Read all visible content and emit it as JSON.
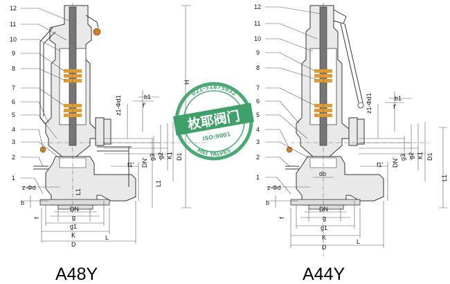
{
  "left_view": {
    "caption": "A48Y",
    "part_numbers": [
      "12",
      "11",
      "10",
      "9",
      "8",
      "7",
      "6",
      "5",
      "4",
      "3",
      "2",
      "1"
    ],
    "dims": {
      "H": "H",
      "b1": "b1",
      "f": "f'",
      "z1": "z1-Φd1",
      "DN": "DN'",
      "g3": "g3",
      "g2": "g2",
      "K1": "K1",
      "D1": "D1",
      "f1": "f1'",
      "L1": "L1",
      "zd": "z-Φd",
      "b": "b",
      "f_low": "f",
      "DN_low": "DN",
      "g": "g",
      "g1": "g1",
      "K": "K",
      "D": "D",
      "L": "L",
      "L1_low": "L1"
    }
  },
  "right_view": {
    "caption": "A44Y",
    "part_numbers": [
      "12",
      "11",
      "10",
      "9",
      "8",
      "7",
      "6",
      "5",
      "4",
      "3",
      "2",
      "1"
    ],
    "dims": {
      "b1": "b1",
      "f": "f'",
      "z1": "z1-Φd1",
      "DN": "DN'",
      "g3": "g3",
      "g2": "g2",
      "K1": "K1",
      "D1": "D1",
      "f1": "f1'",
      "do": "do",
      "L1": "L1",
      "zd": "z-Φd",
      "b": "b",
      "f_low": "f",
      "DN_low": "DN",
      "g": "g",
      "g1": "g1",
      "K": "K",
      "D": "D",
      "L": "L"
    }
  },
  "stamp": {
    "top_text": "021-51875832",
    "center_text": "枚耶阀门",
    "iso_text": "ISO:9001",
    "bottom_text": "MEI YALVES",
    "colors": {
      "ring": "#3aa36a",
      "band": "#2f9a5e",
      "text": "#ffffff"
    }
  },
  "colors": {
    "spring": "#e39a2e",
    "knob": "#d08020"
  }
}
